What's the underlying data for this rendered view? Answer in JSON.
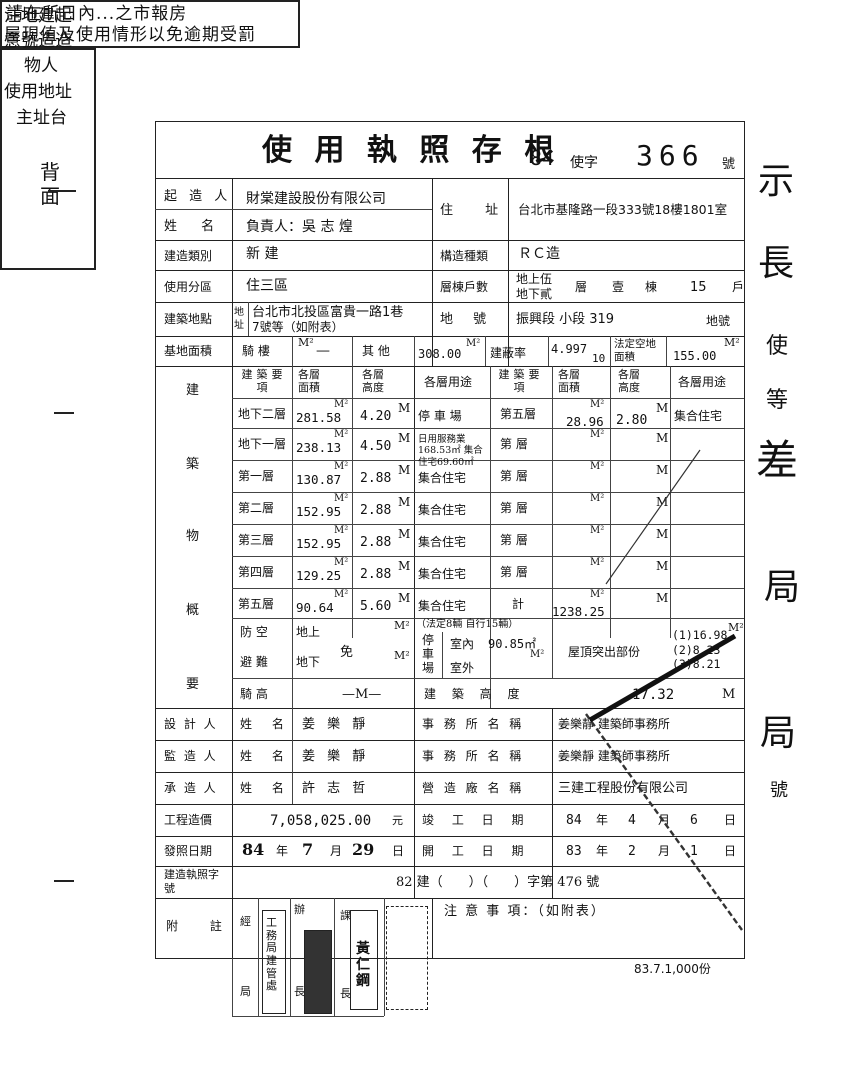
{
  "stamp_top": {
    "line1": "請在所日內...之市報房",
    "line2": "屋現值及使用情形以免逾期受罰"
  },
  "title": "使 用 執 照 存 根",
  "permit": {
    "year": "84",
    "type": "使字",
    "number": "366",
    "suffix": "號"
  },
  "builder": {
    "label_a": "起 造 人",
    "label_b": "姓 名",
    "name": "財棠建設股份有限公司",
    "rep": "負責人：吳 志 煌",
    "addr_label": "住 址",
    "addr": "台北市基隆路一段333號18樓1801室"
  },
  "build_type": {
    "label": "建造類別",
    "value": "新 建",
    "struct_label": "構造種類",
    "struct": "ＲＣ造"
  },
  "zone": {
    "label": "使用分區",
    "value": "住三區",
    "floors_label": "層棟戶數",
    "above": "地上伍",
    "below": "地下貳",
    "floor_unit": "層",
    "bldg": "壹",
    "bldg_unit": "棟",
    "units": "15",
    "units_unit": "戶"
  },
  "location": {
    "label": "建築地點",
    "addr_tag": "地址",
    "line1": "台北市北投區富貴一路1巷",
    "line2": "7號等（如附表）",
    "lot_label": "地 號",
    "lot": "振興段 小段 319",
    "lot_suffix": "地號"
  },
  "site": {
    "label": "基地面積",
    "arcade": "騎 樓",
    "m2": "M²",
    "dash": "—",
    "other": "其 他",
    "other_val": "308.00",
    "cov_label": "建蔽率",
    "cov": "4.997",
    "cov_sub": "10",
    "legal_label": "法定空地面積",
    "legal_val": "155.00"
  },
  "outline": {
    "side_label": [
      "建",
      "築",
      "物",
      "概",
      "要"
    ],
    "headers": {
      "item": "建築要項",
      "area": "各層面積",
      "height": "各層高度",
      "use": "各層用途",
      "item2": "建築要項",
      "area2": "各層面積",
      "height2": "各層高度",
      "use2": "各層用途"
    },
    "rows": [
      {
        "floor": "地下二層",
        "area": "281.58",
        "height": "4.20",
        "use": "停 車 場"
      },
      {
        "floor": "地下一層",
        "area": "238.13",
        "height": "4.50",
        "use": "日用服務業168.53㎡ 集合住宅69.60㎡"
      },
      {
        "floor": "第一層",
        "area": "130.87",
        "height": "2.88",
        "use": "集合住宅"
      },
      {
        "floor": "第二層",
        "area": "152.95",
        "height": "2.88",
        "use": "集合住宅"
      },
      {
        "floor": "第三層",
        "area": "152.95",
        "height": "2.88",
        "use": "集合住宅"
      },
      {
        "floor": "第四層",
        "area": "129.25",
        "height": "2.88",
        "use": "集合住宅"
      },
      {
        "floor": "第五層",
        "area": "90.64",
        "height": "5.60",
        "use": "集合住宅"
      }
    ],
    "right_rows": [
      {
        "floor": "第五層",
        "area": "28.96",
        "height": "2.80",
        "use": "集合住宅"
      },
      {
        "floor": "第 層",
        "area": "",
        "height": "",
        "use": ""
      },
      {
        "floor": "第 層",
        "area": "",
        "height": "",
        "use": ""
      },
      {
        "floor": "第 層",
        "area": "",
        "height": "",
        "use": ""
      },
      {
        "floor": "第 層",
        "area": "",
        "height": "",
        "use": ""
      },
      {
        "floor": "第 層",
        "area": "",
        "height": "",
        "use": ""
      },
      {
        "floor": "計",
        "area": "1238.25",
        "height": "",
        "use": ""
      }
    ],
    "unit_m2": "M²",
    "unit_m": "M",
    "shelter": {
      "label_a": "防 空",
      "label_b": "避 難",
      "above": "地上",
      "below": "地下",
      "exempt": "免"
    },
    "parking": {
      "label_a": "停",
      "label_b": "車",
      "label_c": "場",
      "indoor": "室內",
      "indoor_val": "90.85㎡",
      "outdoor": "室外",
      "note": "（法定8輛 自行15輛）"
    },
    "roof": {
      "label": "屋頂突出部份",
      "v1": "(1)16.98",
      "v2": "(2)8.23",
      "v3": "(3)8.21"
    },
    "arcade_h": {
      "label": "騎 高",
      "value": "—M—"
    },
    "bldg_h": {
      "label": "建 築 高 度",
      "value": "17.32",
      "unit": "M"
    }
  },
  "designer": {
    "label": "設 計 人",
    "name_label": "姓 名",
    "name": "姜 樂 靜",
    "office_label": "事 務 所 名 稱",
    "office": "姜樂靜 建築師事務所"
  },
  "supervisor": {
    "label": "監 造 人",
    "name_label": "姓 名",
    "name": "姜 樂 靜",
    "office_label": "事 務 所 名 稱",
    "office": "姜樂靜 建築師事務所"
  },
  "contractor": {
    "label": "承 造 人",
    "name_label": "姓 名",
    "name": "許 志 哲",
    "office_label": "營 造 廠 名 稱",
    "office": "三建工程股份有限公司"
  },
  "cost": {
    "label": "工程造價",
    "value": "7,058,025.00",
    "unit": "元",
    "done_label": "竣 工 日 期",
    "done_y": "84",
    "done_m": "4",
    "done_d": "6",
    "y": "年",
    "m": "月",
    "d": "日"
  },
  "issue": {
    "label": "發照日期",
    "y": "84",
    "m": "7",
    "d": "29",
    "start_label": "開 工 日 期",
    "start_y": "83",
    "start_m": "2",
    "start_d": "1"
  },
  "permit_ref": {
    "label": "建造執照字號",
    "value": "82 建（　　）（　　）字第 476 號"
  },
  "remarks": {
    "label": "附 註",
    "notes": "注 意 事 項：（如附表）",
    "col1": "經",
    "col2": "辦",
    "col3": "課",
    "col4": "長",
    "col5": "局",
    "col6": "長",
    "seal1": "工務局建管處",
    "seal2": "黃仁鋼"
  },
  "footer": "83.7.1,000份",
  "left_stamp": {
    "lines": [
      "注地建起",
      "意號造造",
      "物人",
      "使用地址",
      "主址台"
    ],
    "back": "背面"
  },
  "margin_marks": [
    "示",
    "長",
    "使",
    "等",
    "差",
    "局",
    "局",
    "號"
  ]
}
